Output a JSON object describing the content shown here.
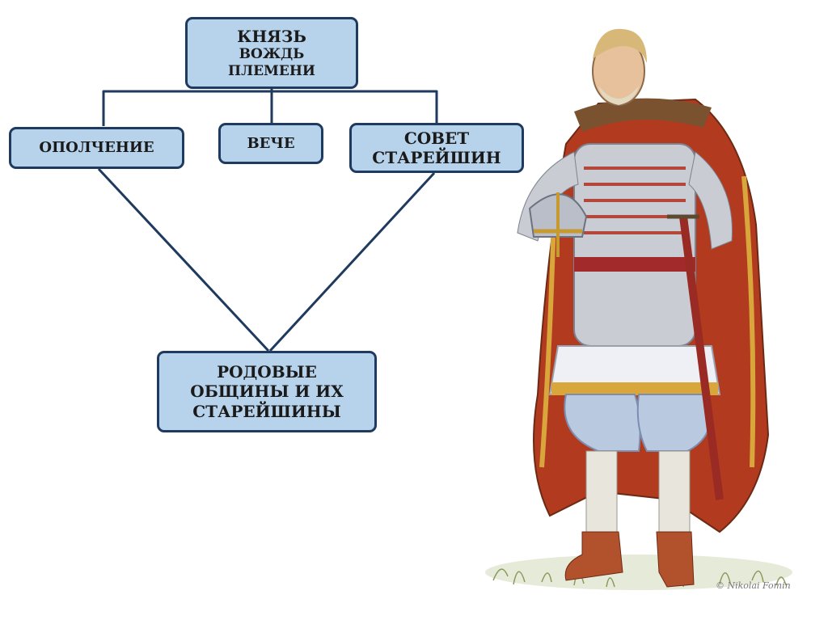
{
  "diagram": {
    "prince": {
      "line1": "КНЯЗЬ",
      "line2": "ВОЖДЬ",
      "line3": "ПЛЕМЕНИ"
    },
    "militia": "ОПОЛЧЕНИЕ",
    "veche": "ВЕЧЕ",
    "council": {
      "line1": "СОВЕТ",
      "line2": "СТАРЕЙШИН"
    },
    "clans": {
      "line1": "РОДОВЫЕ",
      "line2": "ОБЩИНЫ И ИХ",
      "line3": "СТАРЕЙШИНЫ"
    }
  },
  "illustration": {
    "subject": "old-russian-prince-warrior",
    "credit": "© Nikolai Fomin"
  },
  "colors": {
    "box_fill": "#b7d3ec",
    "box_border": "#1f3a5f",
    "connector": "#1f3a5f"
  }
}
